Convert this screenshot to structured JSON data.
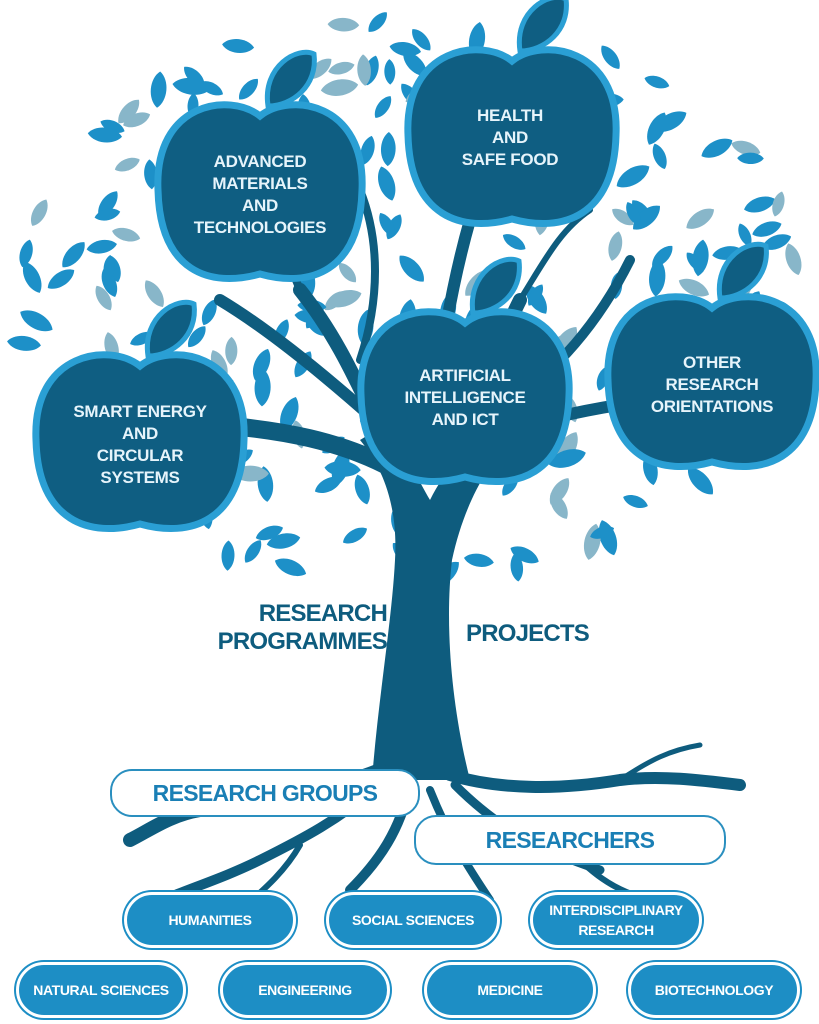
{
  "colors": {
    "trunk": "#0e5c7e",
    "apple_fill": "#0f5e82",
    "apple_rim": "#2a9fd4",
    "leaf_bright": "#1d90c8",
    "leaf_pale": "#88b6c9",
    "pill_fill": "#1d8ec5",
    "pill_light_text": "#1a7fb5"
  },
  "apples": [
    {
      "id": "advanced-materials",
      "label": "ADVANCED\nMATERIALS\nAND\nTECHNOLOGIES"
    },
    {
      "id": "health-food",
      "label": "HEALTH\nAND\nSAFE FOOD"
    },
    {
      "id": "smart-energy",
      "label": "SMART ENERGY\nAND\nCIRCULAR\nSYSTEMS"
    },
    {
      "id": "ai-ict",
      "label": "ARTIFICIAL\nINTELLIGENCE\nAND ICT"
    },
    {
      "id": "other-research",
      "label": "OTHER\nRESEARCH\nORIENTATIONS"
    }
  ],
  "trunk": {
    "research_programmes": "RESEARCH\nPROGRAMMES",
    "projects": "PROJECTS"
  },
  "roots": {
    "research_groups": "RESEARCH GROUPS",
    "researchers": "RESEARCHERS"
  },
  "fields": [
    {
      "id": "humanities",
      "label": "HUMANITIES"
    },
    {
      "id": "social-sciences",
      "label": "SOCIAL SCIENCES"
    },
    {
      "id": "interdisciplinary",
      "label": "INTERDISCIPLINARY\nRESEARCH"
    },
    {
      "id": "natural-sciences",
      "label": "NATURAL SCIENCES"
    },
    {
      "id": "engineering",
      "label": "ENGINEERING"
    },
    {
      "id": "medicine",
      "label": "MEDICINE"
    },
    {
      "id": "biotechnology",
      "label": "BIOTECHNOLOGY"
    }
  ]
}
